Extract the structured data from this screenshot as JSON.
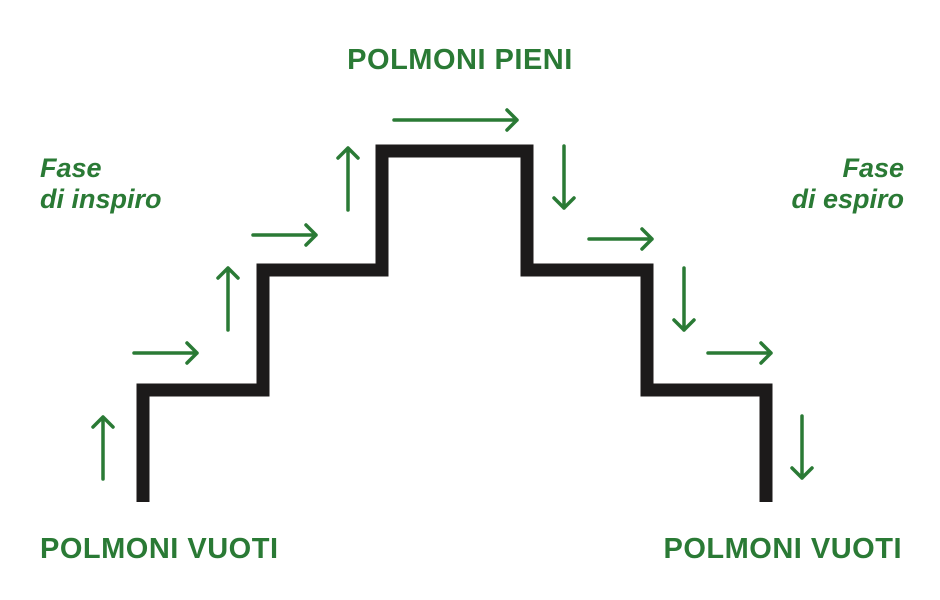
{
  "labels": {
    "top": "POLMONI PIENI",
    "bottom_left": "POLMONI VUOTI",
    "bottom_right": "POLMONI VUOTI"
  },
  "phases": {
    "inhale": {
      "line1": "Fase",
      "line2": "di inspiro"
    },
    "exhale": {
      "line1": "Fase",
      "line2": "di espiro"
    }
  },
  "colors": {
    "text": "#2a7a35",
    "arrow": "#2a7a35",
    "staircase": "#1c1a1a"
  },
  "arrows": {
    "inhale": [
      "up",
      "right",
      "up",
      "right",
      "up"
    ],
    "top": [
      "right"
    ],
    "exhale": [
      "down",
      "right",
      "down",
      "right",
      "down"
    ]
  }
}
